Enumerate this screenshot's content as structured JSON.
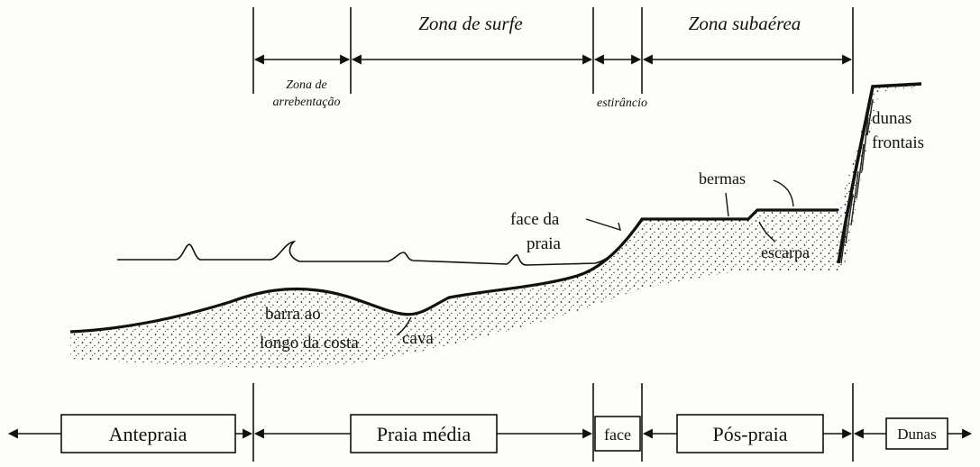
{
  "top_zones": {
    "surf_zone": "Zona de surfe",
    "subaerial_zone": "Zona subaérea",
    "breaker_zone_line1": "Zona de",
    "breaker_zone_line2": "arrebentação",
    "swash_zone": "estirâncio"
  },
  "profile_labels": {
    "dunes_line1": "dunas",
    "dunes_line2": "frontais",
    "berms": "bermas",
    "beach_face_line1": "face da",
    "beach_face_line2": "praia",
    "scarp": "escarpa",
    "bar_line1": "barra ao",
    "bar_line2": "longo da costa",
    "trough": "cava"
  },
  "bottom_sections": {
    "shoreface": "Antepraia",
    "middle_beach": "Praia média",
    "face": "face",
    "backshore": "Pós-praia",
    "dunes": "Dunas"
  }
}
